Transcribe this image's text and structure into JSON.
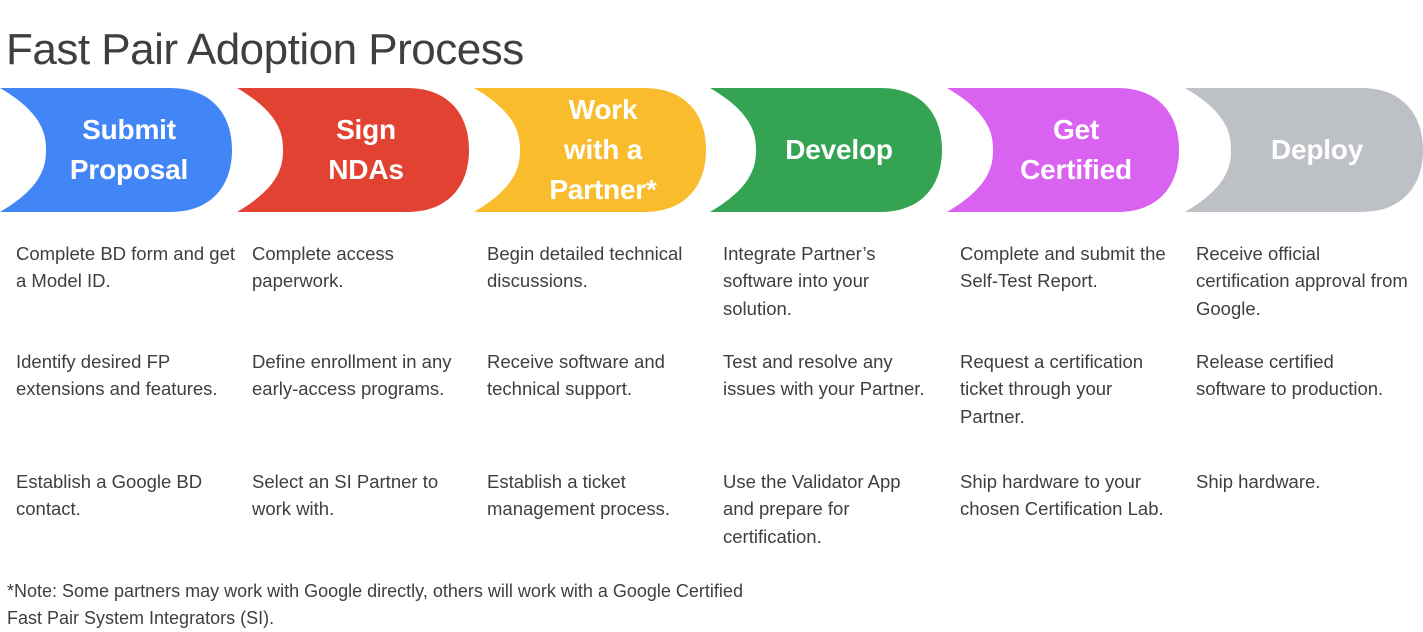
{
  "page_title": "Fast Pair Adoption Process",
  "colors": {
    "blue": "#4285F4",
    "red": "#E24232",
    "amber": "#F9BC2D",
    "green": "#34A453",
    "purple": "#D963F0",
    "gray": "#BDC1C6",
    "text": "#3c4043",
    "background": "#FFFFFF"
  },
  "stages": [
    {
      "label_lines": [
        "Submit",
        "Proposal"
      ],
      "label": "Submit Proposal",
      "color": "#4285F4",
      "details": [
        "Complete BD form and get a Model ID.",
        "Identify desired FP extensions and features.",
        "Establish a Google BD contact."
      ]
    },
    {
      "label_lines": [
        "Sign",
        "NDAs"
      ],
      "label": "Sign NDAs",
      "color": "#E24232",
      "details": [
        "Complete access paperwork.",
        "Define enrollment in any early-access programs.",
        "Select an SI Partner to work with."
      ]
    },
    {
      "label_lines": [
        "Work",
        "with a",
        "Partner*"
      ],
      "label": "Work with a Partner*",
      "color": "#F9BC2D",
      "details": [
        "Begin detailed technical discussions.",
        "Receive software and technical support.",
        "Establish a ticket management process."
      ]
    },
    {
      "label_lines": [
        "Develop"
      ],
      "label": "Develop",
      "color": "#34A453",
      "details": [
        "Integrate Partner’s software into your solution.",
        "Test and resolve any issues with your Partner.",
        "Use the Validator App and prepare for certification."
      ]
    },
    {
      "label_lines": [
        "Get",
        "Certified"
      ],
      "label": "Get Certified",
      "color": "#D963F0",
      "details": [
        "Complete and submit the Self-Test Report.",
        "Request a certification ticket through your Partner.",
        "Ship hardware to your chosen Certification Lab."
      ]
    },
    {
      "label_lines": [
        "Deploy"
      ],
      "label": "Deploy",
      "color": "#BDC1C6",
      "details": [
        "Receive official certification approval from Google.",
        "Release certified software to production.",
        "Ship hardware."
      ]
    }
  ],
  "footnote": "*Note: Some partners may work with Google directly, others will work with a Google Certified Fast Pair System Integrators (SI)."
}
